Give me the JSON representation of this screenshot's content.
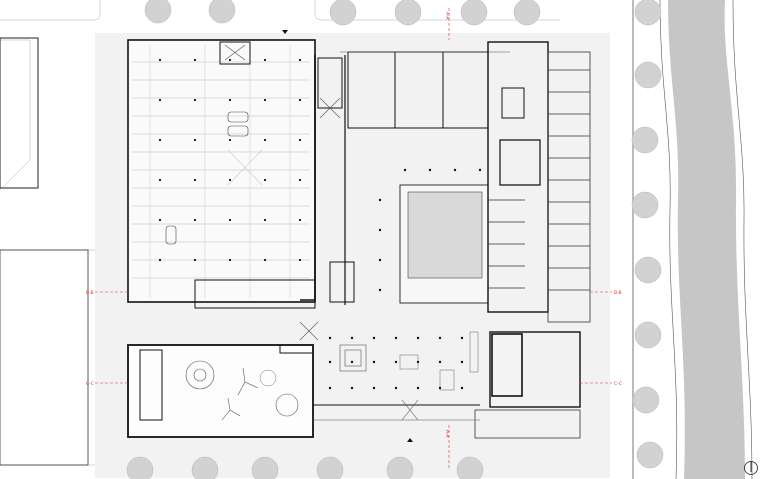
{
  "section_markers": [
    {
      "id": "top",
      "label": "A-A"
    },
    {
      "id": "left-mid",
      "label": "B-B"
    },
    {
      "id": "right-mid",
      "label": "B-B"
    },
    {
      "id": "left-low",
      "label": "C-C"
    },
    {
      "id": "right-low",
      "label": "C-C"
    },
    {
      "id": "bottom",
      "label": "A-A"
    }
  ],
  "colors": {
    "section_line": "#d23a2e",
    "river": "#c8c8c8",
    "tree": "#d2d2d2",
    "ground": "#f0f0f0"
  },
  "icons": {
    "north_arrow": "north-arrow-icon"
  }
}
